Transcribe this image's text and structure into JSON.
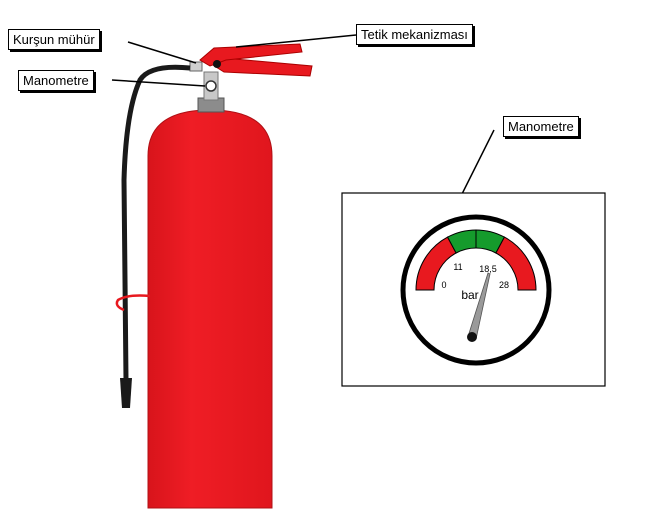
{
  "labels": {
    "lead_seal": "Kurşun mühür",
    "trigger_mechanism": "Tetik mekanizması",
    "manometer_left": "Manometre",
    "manometer_right": "Manometre"
  },
  "gauge": {
    "ticks": [
      "0",
      "11",
      "18,5",
      "28"
    ],
    "unit": "bar",
    "needle_value": 18.5
  },
  "colors": {
    "extinguisher_red": "#ee1c24",
    "gauge_red": "#e8191f",
    "gauge_green": "#159b2c",
    "hose": "#1a1a1a",
    "needle": "#9a9a9a"
  }
}
